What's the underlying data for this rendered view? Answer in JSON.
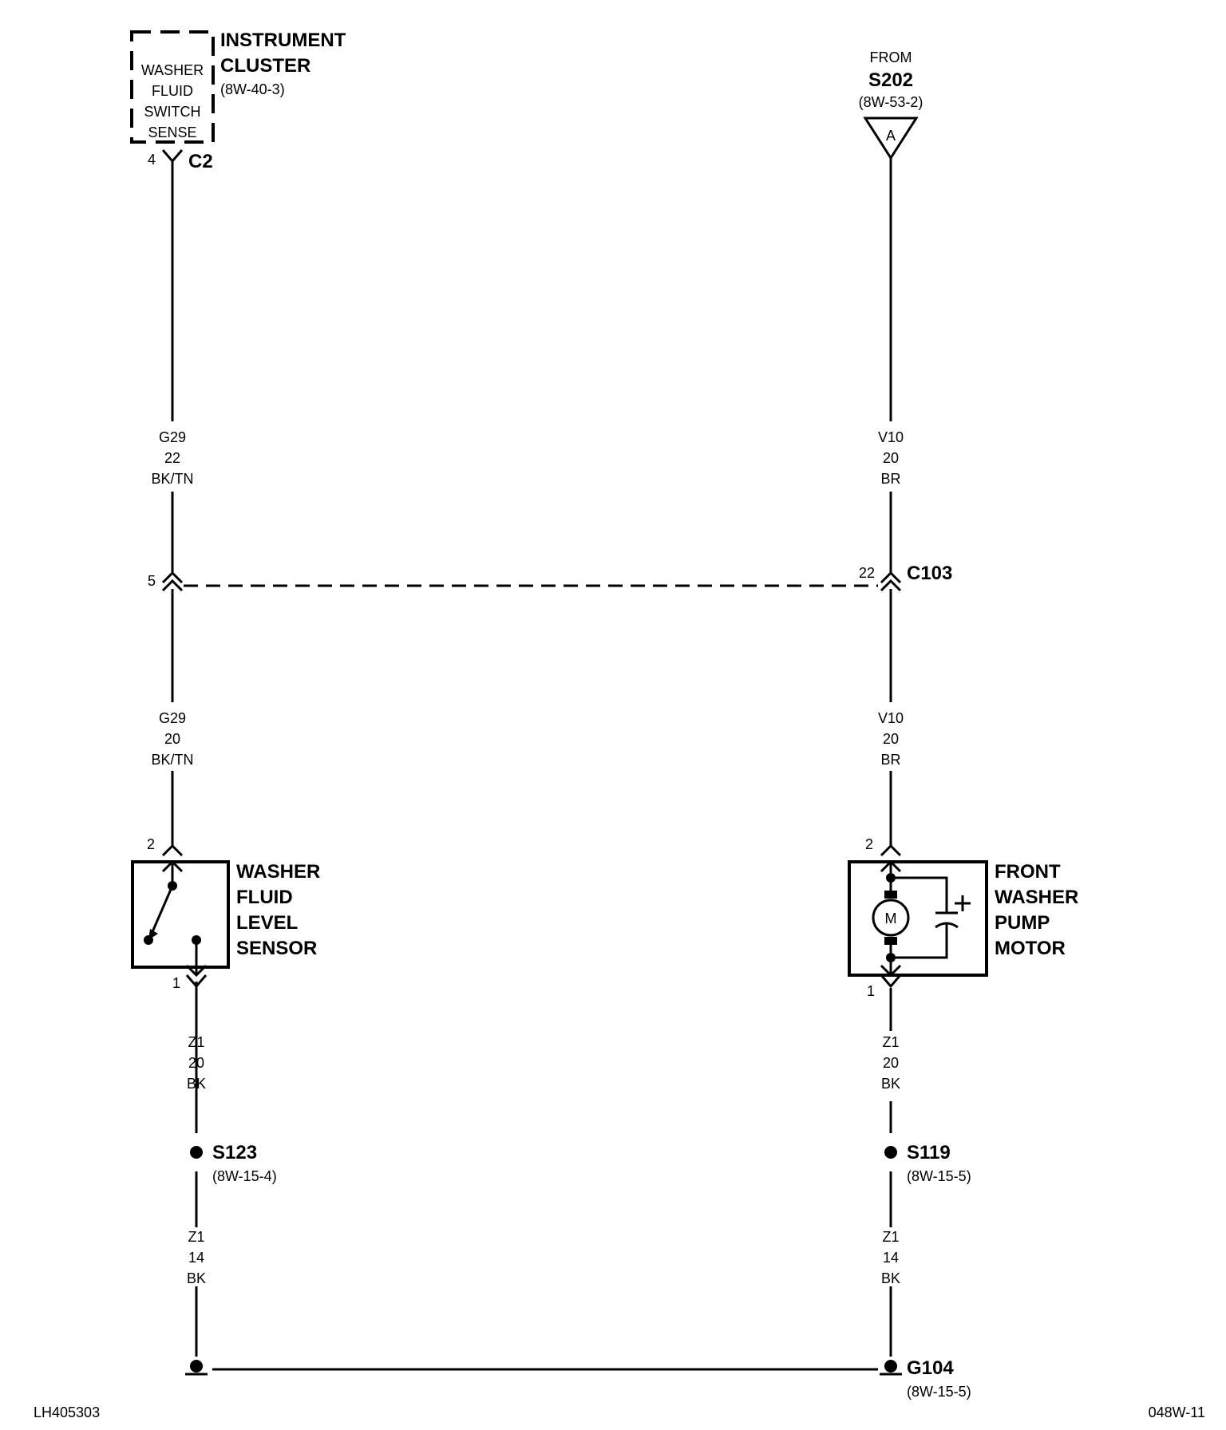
{
  "instrument_cluster": {
    "name_line1": "INSTRUMENT",
    "name_line2": "CLUSTER",
    "ref": "(8W-40-3)",
    "inner_line1": "WASHER",
    "inner_line2": "FLUID",
    "inner_line3": "SWITCH",
    "inner_line4": "SENSE",
    "pin": "4",
    "connector": "C2"
  },
  "from_splice": {
    "from_label": "FROM",
    "splice": "S202",
    "ref": "(8W-53-2)",
    "flag": "A"
  },
  "wires": {
    "left_upper": {
      "circuit": "G29",
      "gauge": "22",
      "color": "BK/TN"
    },
    "right_upper": {
      "circuit": "V10",
      "gauge": "20",
      "color": "BR"
    },
    "left_middle": {
      "circuit": "G29",
      "gauge": "20",
      "color": "BK/TN"
    },
    "right_middle": {
      "circuit": "V10",
      "gauge": "20",
      "color": "BR"
    },
    "left_lower1": {
      "circuit": "Z1",
      "gauge": "20",
      "color": "BK"
    },
    "right_lower1": {
      "circuit": "Z1",
      "gauge": "20",
      "color": "BK"
    },
    "left_lower2": {
      "circuit": "Z1",
      "gauge": "14",
      "color": "BK"
    },
    "right_lower2": {
      "circuit": "Z1",
      "gauge": "14",
      "color": "BK"
    }
  },
  "connector_c103": {
    "left_pin": "5",
    "right_pin": "22",
    "name": "C103"
  },
  "washer_sensor": {
    "line1": "WASHER",
    "line2": "FLUID",
    "line3": "LEVEL",
    "line4": "SENSOR",
    "pin_top": "2",
    "pin_bottom": "1"
  },
  "pump_motor": {
    "line1": "FRONT",
    "line2": "WASHER",
    "line3": "PUMP",
    "line4": "MOTOR",
    "pin_top": "2",
    "pin_bottom": "1",
    "motor_symbol": "M"
  },
  "splices": {
    "left": {
      "name": "S123",
      "ref": "(8W-15-4)"
    },
    "right": {
      "name": "S119",
      "ref": "(8W-15-5)"
    }
  },
  "ground": {
    "name": "G104",
    "ref": "(8W-15-5)"
  },
  "footer": {
    "left_code": "LH405303",
    "right_code": "048W-11"
  }
}
